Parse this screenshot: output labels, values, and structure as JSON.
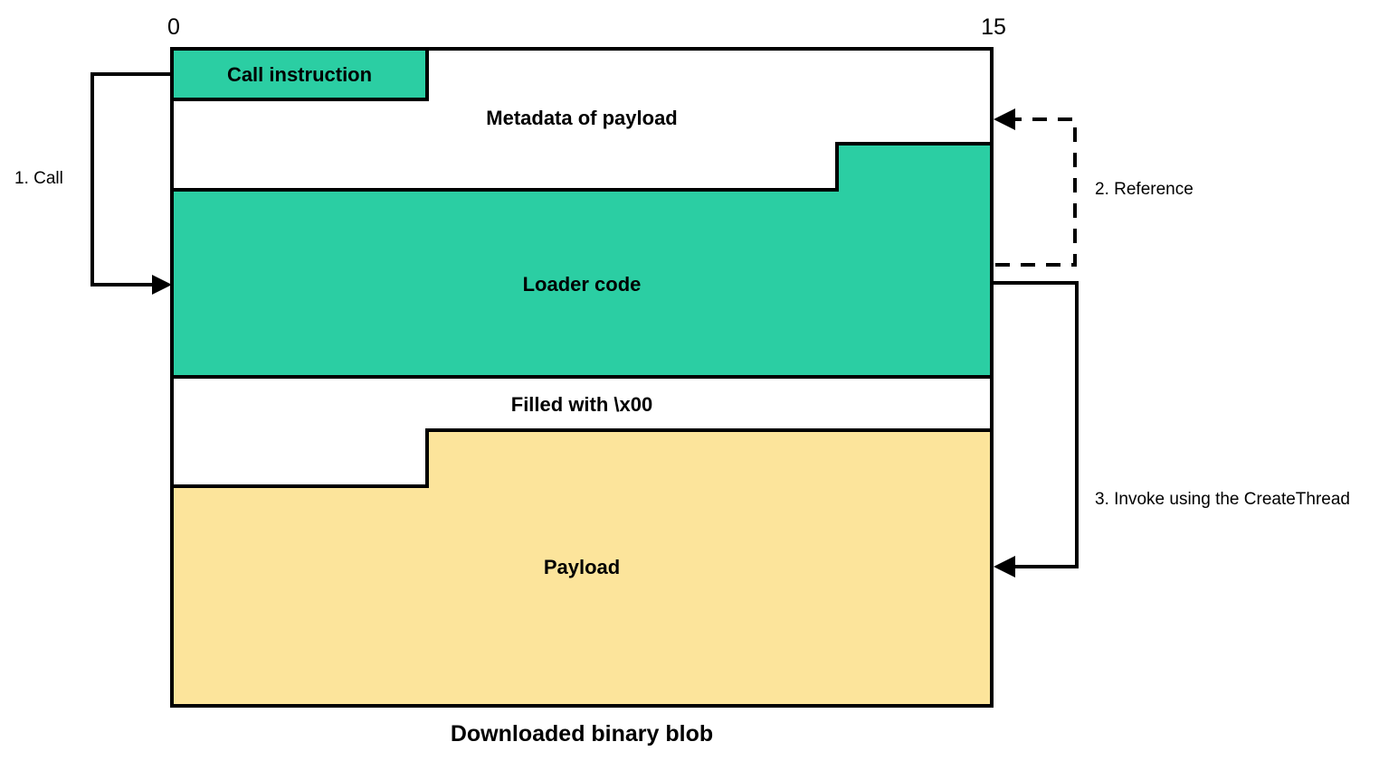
{
  "figure": {
    "caption": "Downloaded binary blob",
    "scale": {
      "start": "0",
      "end": "15"
    },
    "colors": {
      "green": "#2BCEA3",
      "yellow": "#FCE49B",
      "stroke": "#000000",
      "background": "#FFFFFF"
    }
  },
  "blocks": [
    {
      "id": "call-instruction",
      "label": "Call instruction",
      "fill": "#2BCEA3"
    },
    {
      "id": "metadata-of-payload",
      "label": "Metadata of payload",
      "fill": "#FFFFFF"
    },
    {
      "id": "loader-code",
      "label": "Loader code",
      "fill": "#2BCEA3"
    },
    {
      "id": "filled-with-zero",
      "label": "Filled with \\x00",
      "fill": "#FFFFFF"
    },
    {
      "id": "payload",
      "label": "Payload",
      "fill": "#FCE49B"
    }
  ],
  "steps": [
    {
      "id": "step-1",
      "label": "1. Call",
      "style": "solid"
    },
    {
      "id": "step-2",
      "label": "2. Reference",
      "style": "dashed"
    },
    {
      "id": "step-3",
      "label": "3. Invoke using the CreateThread",
      "style": "solid"
    }
  ]
}
